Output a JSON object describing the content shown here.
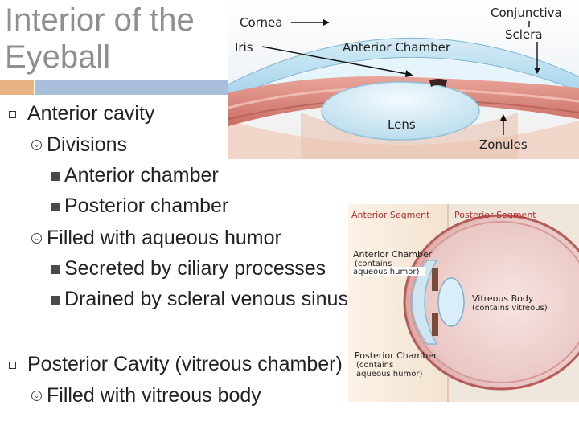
{
  "slide": {
    "title": "Interior of the Eyeball",
    "bullets": {
      "anterior_cavity": "Anterior cavity",
      "divisions": "Divisions",
      "anterior_chamber": "Anterior chamber",
      "posterior_chamber": "Posterior chamber",
      "filled_aqueous": "Filled with aqueous humor",
      "secreted": "Secreted by ciliary processes",
      "drained": "Drained by scleral venous sinus",
      "posterior_cavity": "Posterior Cavity (vitreous chamber)",
      "filled_vitreous": "Filled with vitreous body"
    }
  },
  "figure_top": {
    "labels": {
      "cornea": "Cornea",
      "iris": "Iris",
      "anterior_chamber": "Anterior Chamber",
      "conjunctiva": "Conjunctiva",
      "sclera": "Sclera",
      "lens": "Lens",
      "zonules": "Zonules"
    }
  },
  "figure_bottom": {
    "labels": {
      "anterior_segment": "Anterior Segment",
      "posterior_segment": "Posterior Segment",
      "anterior_chamber": "Anterior Chamber",
      "anterior_chamber_sub1": "(contains",
      "anterior_chamber_sub2": "aqueous humor)",
      "vitreous_body": "Vitreous Body",
      "vitreous_sub": "(contains vitreous)",
      "posterior_chamber": "Posterior Chamber",
      "posterior_chamber_sub1": "(contains",
      "posterior_chamber_sub2": "aqueous humor)"
    }
  },
  "colors": {
    "title": "#8f8f8f",
    "accent_orange": "#e9b282",
    "accent_blue": "#a8bedb",
    "segment_label": "#b03030"
  }
}
